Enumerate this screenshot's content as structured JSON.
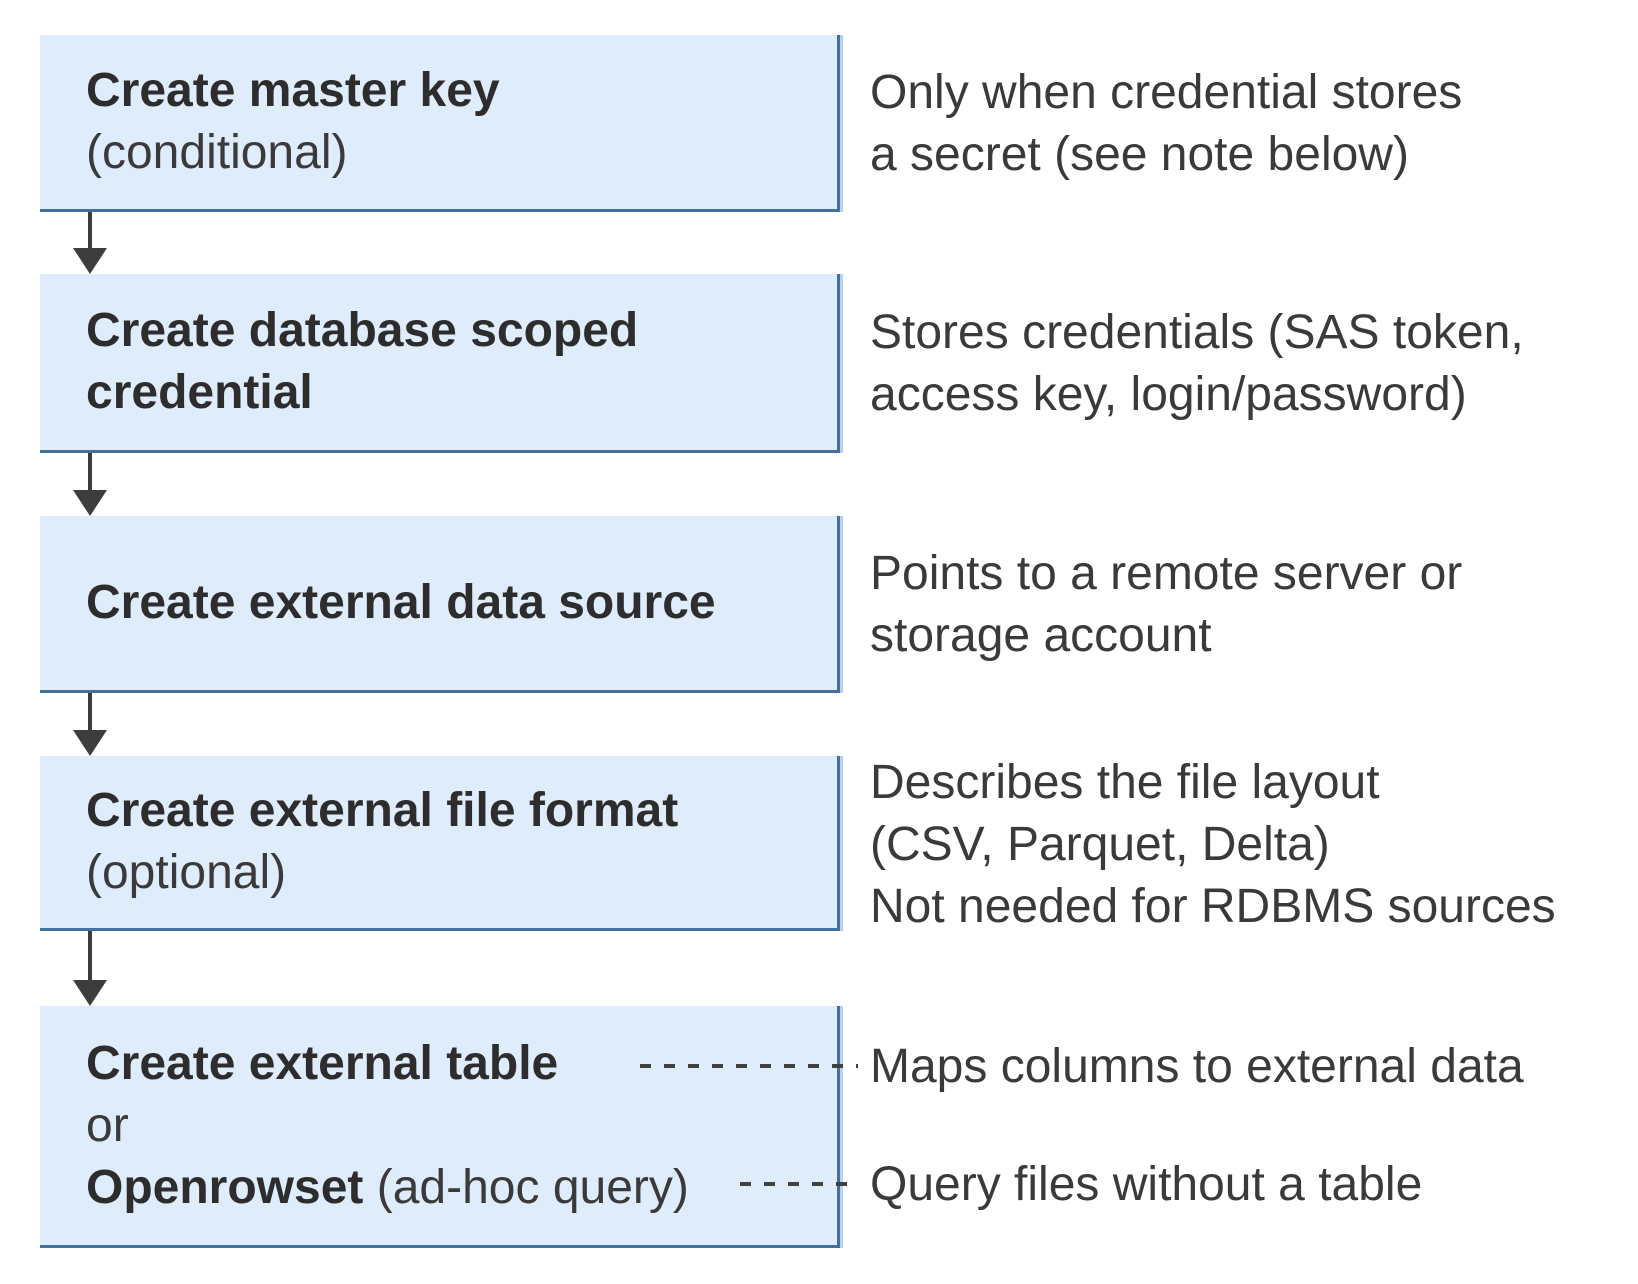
{
  "colors": {
    "box_fill": "#dfecfb",
    "box_border": "#41719c",
    "arrow": "#3d3d3d",
    "text": "#3a3a3a"
  },
  "flow": {
    "box1": {
      "l1": "Create master key",
      "l2": "(conditional)"
    },
    "box2": {
      "l1": "Create database scoped",
      "l2": "credential"
    },
    "box3": {
      "l1": "Create external data source"
    },
    "box4": {
      "l1": "Create external file format",
      "l2": "(optional)"
    },
    "box5": {
      "l1": "Create external table",
      "l2": "or",
      "l3_bold": "Openrowset",
      "l3_rest": " (ad-hoc query)"
    }
  },
  "notes": {
    "n1": {
      "l1": "Only when credential stores",
      "l2": "a secret (see note below)"
    },
    "n2": {
      "l1": "Stores credentials (SAS token,",
      "l2": "access key, login/password)"
    },
    "n3": {
      "l1": "Points to a remote server or",
      "l2": "storage account"
    },
    "n4": {
      "l1": "Describes the file layout",
      "l2": "(CSV, Parquet, Delta)",
      "l3": "Not needed for RDBMS sources"
    },
    "n5": {
      "l1": "Maps columns to external data"
    },
    "n6": {
      "l1": "Query files without a table"
    }
  }
}
